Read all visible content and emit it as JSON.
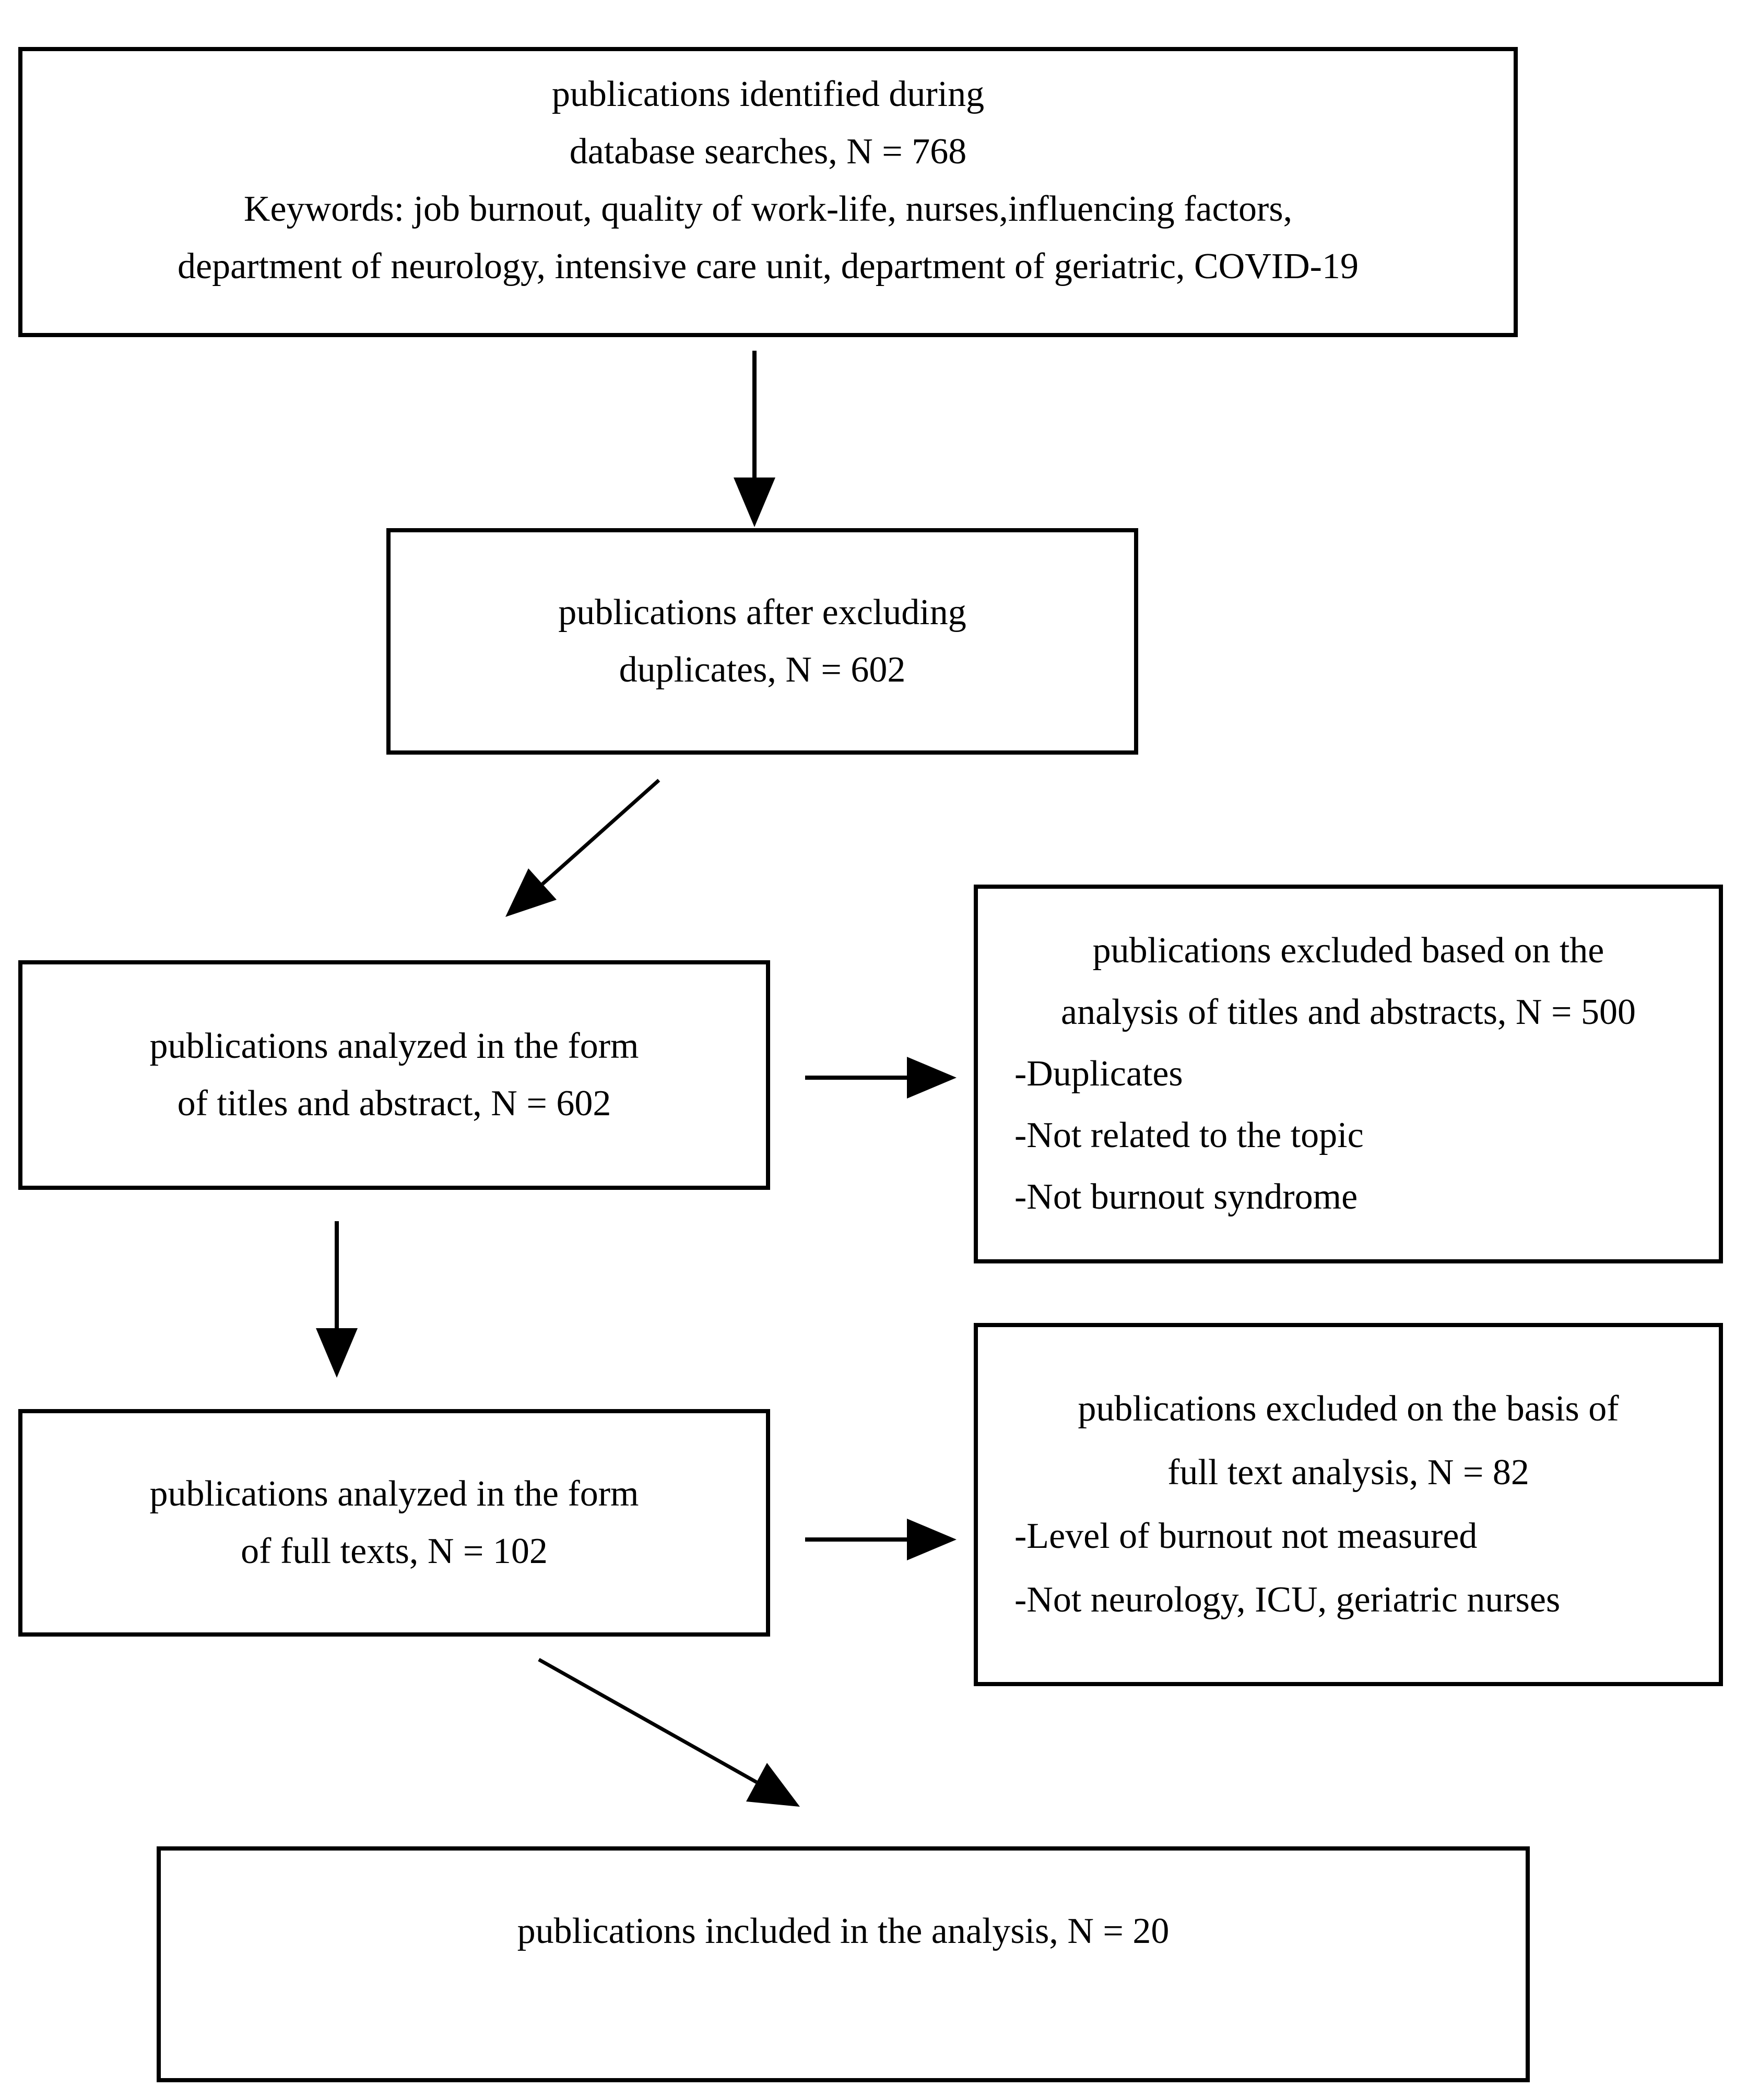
{
  "diagram_title": "publication screening flow diagram",
  "colors": {
    "background": "#ffffff",
    "border": "#000000",
    "text": "#000000",
    "arrow": "#000000"
  },
  "boxes": {
    "identified": {
      "lines": [
        "publications identified during",
        "database searches, N = 768",
        "Keywords: job burnout, quality of work-life, nurses,influencing factors,",
        "department of neurology, intensive care unit, department of geriatric, COVID-19"
      ]
    },
    "deduplicated": {
      "lines": [
        "publications after excluding",
        "duplicates, N = 602"
      ]
    },
    "titles_abstracts": {
      "lines": [
        "publications analyzed in the form",
        "of titles and abstract, N = 602"
      ]
    },
    "excluded_abstracts": {
      "centered_lines": [
        "publications excluded based on the",
        "analysis of titles and abstracts, N = 500"
      ],
      "bullet_lines": [
        "-Duplicates",
        "-Not related to the topic",
        "-Not burnout syndrome"
      ]
    },
    "full_texts": {
      "lines": [
        "publications analyzed in the form",
        "of full texts, N = 102"
      ]
    },
    "excluded_fulltext": {
      "centered_lines": [
        "publications excluded on the basis of",
        "full text analysis, N = 82"
      ],
      "bullet_lines": [
        "-Level of burnout not measured",
        "-Not neurology, ICU, geriatric nurses"
      ]
    },
    "included": {
      "lines": [
        "publications included in the analysis, N = 20"
      ]
    }
  }
}
